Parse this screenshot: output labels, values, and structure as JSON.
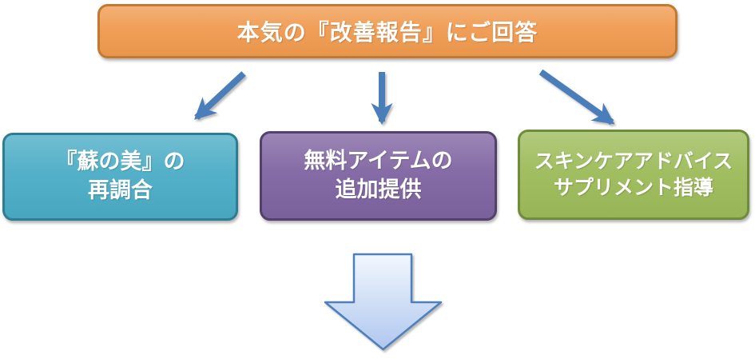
{
  "diagram": {
    "background_color": "#FFFFFF",
    "text_color": "#FFFFFF",
    "title_box": {
      "label": "本気の『改善報告』にご回答",
      "fill": "#F09A4F",
      "border": "#C4792F"
    },
    "connector_arrows": {
      "color": "#4A7EBB",
      "directions": [
        "diagonal-down-left",
        "straight-down",
        "diagonal-down-right"
      ]
    },
    "branch_boxes": [
      {
        "line1": "『蘇の美』の",
        "line2": "再調合",
        "fill": "#4AACC5",
        "border": "#2D7E94"
      },
      {
        "line1": "無料アイテムの",
        "line2": "追加提供",
        "fill": "#7F64A1",
        "border": "#53406B"
      },
      {
        "line1": "スキンケアアドバイス",
        "line2": "サプリメント指導",
        "fill": "#9CBB59",
        "border": "#6F8C3C"
      }
    ],
    "down_block_arrow": {
      "fill_top": "#F2F7FD",
      "fill_bottom": "#AFC7EF",
      "border": "#4E80BC"
    }
  }
}
